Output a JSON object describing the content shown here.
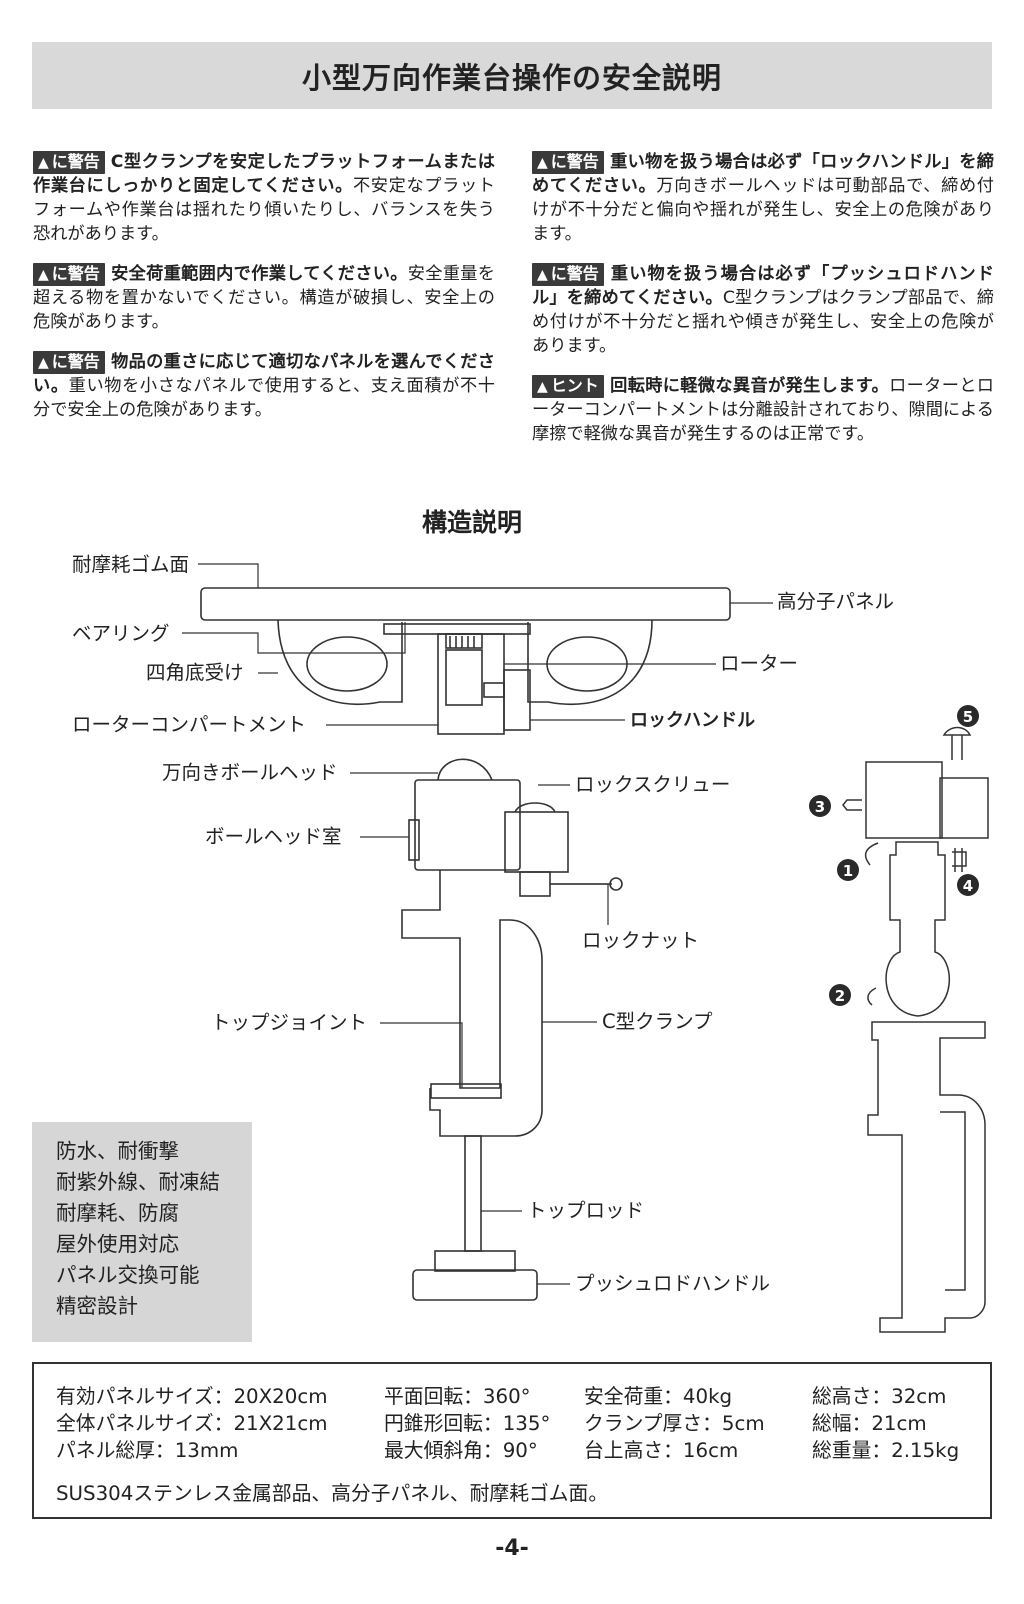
{
  "title": "小型万向作業台操作の安全説明",
  "warnings_left": [
    {
      "badge": "に警告",
      "bold": "C型クランプを安定したプラットフォームまたは作業台にしっかりと固定してください。",
      "text": "不安定なプラットフォームや作業台は揺れたり傾いたりし、バランスを失う恐れがあります。"
    },
    {
      "badge": "に警告",
      "bold": "安全荷重範囲内で作業してください。",
      "text": "安全重量を超える物を置かないでください。構造が破損し、安全上の危険があります。"
    },
    {
      "badge": "に警告",
      "bold": "物品の重さに応じて適切なパネルを選んでください。",
      "text": "重い物を小さなパネルで使用すると、支え面積が不十分で安全上の危険があります。"
    }
  ],
  "warnings_right": [
    {
      "badge": "に警告",
      "bold": "重い物を扱う場合は必ず「ロックハンドル」を締めてください。",
      "text": "万向きボールヘッドは可動部品で、締め付けが不十分だと偏向や揺れが発生し、安全上の危険があります。"
    },
    {
      "badge": "に警告",
      "bold": "重い物を扱う場合は必ず「プッシュロドハンドル」を締めてください。",
      "text": "C型クランプはクランプ部品で、締め付けが不十分だと揺れや傾きが発生し、安全上の危険があります。"
    },
    {
      "badge": "ヒント",
      "bold": "回転時に軽微な異音が発生します。",
      "text": "ローターとローターコンパートメントは分離設計されており、隙間による摩擦で軽微な異音が発生するのは正常です。"
    }
  ],
  "structure_title": "構造説明",
  "labels": {
    "rubber": "耐摩耗ゴム面",
    "panel": "高分子パネル",
    "bearing": "ベアリング",
    "rotor": "ローター",
    "square_base": "四角底受け",
    "lock_handle": "ロックハンドル",
    "rotor_compartment": "ローターコンパートメント",
    "ball_head": "万向きボールヘッド",
    "lock_screw": "ロックスクリュー",
    "ball_chamber": "ボールヘッド室",
    "lock_nut": "ロックナット",
    "top_joint": "トップジョイント",
    "c_clamp": "C型クランプ",
    "top_rod": "トップロッド",
    "push_rod_handle": "プッシュロドハンドル"
  },
  "steps": [
    "1",
    "2",
    "3",
    "4",
    "5"
  ],
  "features": [
    "防水、耐衝撃",
    "耐紫外線、耐凍結",
    "耐摩耗、防腐",
    "屋外使用対応",
    "パネル交換可能",
    "精密設計"
  ],
  "specs": [
    [
      "有効パネルサイズ：20X20cm",
      "平面回転：360°",
      "安全荷重：40kg",
      "総高さ：32cm"
    ],
    [
      "全体パネルサイズ：21X21cm",
      "円錐形回転：135°",
      "クランプ厚さ：5cm",
      "総幅：21cm"
    ],
    [
      "パネル総厚：13mm",
      "最大傾斜角：90°",
      "台上高さ：16cm",
      "総重量：2.15kg"
    ]
  ],
  "spec_note": "SUS304ステンレス金属部品、高分子パネル、耐摩耗ゴム面。",
  "page_number": "-4-"
}
